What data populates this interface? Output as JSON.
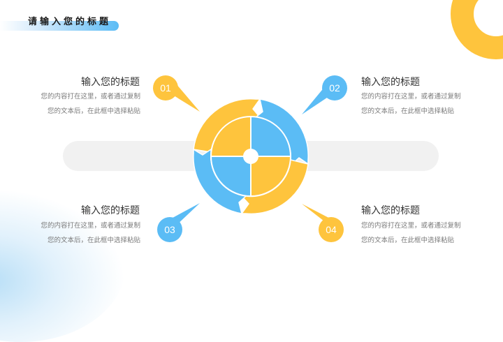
{
  "header": {
    "title": "请输入您的标题"
  },
  "colors": {
    "yellow": "#fec43d",
    "blue": "#5bbcf5",
    "gray_bar": "#f1f1f1",
    "title_text": "#333333",
    "desc_text": "#7a7a7a"
  },
  "items": [
    {
      "number": "01",
      "title": "输入您的标题",
      "desc_line1": "您的内容打在这里，或者通过复制",
      "desc_line2": "您的文本后，在此框中选择粘贴",
      "color": "yellow"
    },
    {
      "number": "02",
      "title": "输入您的标题",
      "desc_line1": "您的内容打在这里，或者通过复制",
      "desc_line2": "您的文本后，在此框中选择粘贴",
      "color": "blue"
    },
    {
      "number": "03",
      "title": "输入您的标题",
      "desc_line1": "您的内容打在这里，或者通过复制",
      "desc_line2": "您的文本后，在此框中选择粘贴",
      "color": "blue"
    },
    {
      "number": "04",
      "title": "输入您的标题",
      "desc_line1": "您的内容打在这里，或者通过复制",
      "desc_line2": "您的文本后，在此框中选择粘贴",
      "color": "yellow"
    }
  ],
  "center_diagram": {
    "type": "cycle",
    "segments": 4,
    "segment_colors": [
      "yellow",
      "blue",
      "yellow",
      "blue"
    ]
  }
}
